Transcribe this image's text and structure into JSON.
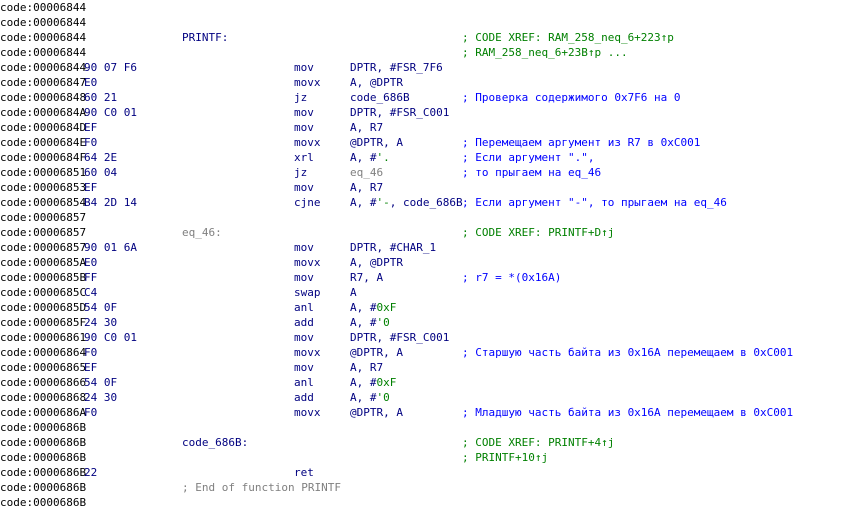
{
  "colors": {
    "address": "#000000",
    "code": "#000080",
    "comment": "#0000ff",
    "xref": "#008000",
    "gray": "#808080",
    "background": "#ffffff"
  },
  "lines": [
    {
      "addr": "code:00006844",
      "bytes": "",
      "label": "",
      "mn": "",
      "ops": "",
      "cmt": ""
    },
    {
      "addr": "code:00006844",
      "bytes": "",
      "label": "",
      "mn": "",
      "ops": "",
      "cmt": ""
    },
    {
      "addr": "code:00006844",
      "bytes": "",
      "label": "PRINTF:",
      "mn": "",
      "ops": "",
      "cmt": "; CODE XREF: RAM_258_neq_6+223↑p",
      "cmtColor": "green"
    },
    {
      "addr": "code:00006844",
      "bytes": "",
      "label": "",
      "mn": "",
      "ops": "",
      "cmt": "; RAM_258_neq_6+23B↑p ...",
      "cmtColor": "green"
    },
    {
      "addr": "code:00006844",
      "bytes": "90 07 F6",
      "label": "",
      "mn": "mov",
      "ops": "DPTR, #FSR_7F6",
      "cmt": ""
    },
    {
      "addr": "code:00006847",
      "bytes": "E0",
      "label": "",
      "mn": "movx",
      "ops": "A, @DPTR",
      "cmt": ""
    },
    {
      "addr": "code:00006848",
      "bytes": "60 21",
      "label": "",
      "mn": "jz",
      "ops": "code_686B",
      "cmt": "; Проверка содержимого 0x7F6 на 0"
    },
    {
      "addr": "code:0000684A",
      "bytes": "90 C0 01",
      "label": "",
      "mn": "mov",
      "ops": "DPTR, #FSR_C001",
      "cmt": ""
    },
    {
      "addr": "code:0000684D",
      "bytes": "EF",
      "label": "",
      "mn": "mov",
      "ops": "A, R7",
      "cmt": ""
    },
    {
      "addr": "code:0000684E",
      "bytes": "F0",
      "label": "",
      "mn": "movx",
      "ops": "@DPTR, A",
      "cmt": "; Перемещаем аргумент из R7 в 0xC001"
    },
    {
      "addr": "code:0000684F",
      "bytes": "64 2E",
      "label": "",
      "mn": "xrl",
      "ops": "A, #'.",
      "opsNum": "'.",
      "cmt": "; Если аргумент \".\","
    },
    {
      "addr": "code:00006851",
      "bytes": "60 04",
      "label": "",
      "mn": "jz",
      "ops": "eq_46",
      "opsDim": true,
      "cmt": "; то прыгаем на eq_46"
    },
    {
      "addr": "code:00006853",
      "bytes": "EF",
      "label": "",
      "mn": "mov",
      "ops": "A, R7",
      "cmt": ""
    },
    {
      "addr": "code:00006854",
      "bytes": "B4 2D 14",
      "label": "",
      "mn": "cjne",
      "ops": "A, #'-, code_686B",
      "opsNum": "'-",
      "cmt": "; Если аргумент \"-\", то прыгаем на eq_46"
    },
    {
      "addr": "code:00006857",
      "bytes": "",
      "label": "",
      "mn": "",
      "ops": "",
      "cmt": ""
    },
    {
      "addr": "code:00006857",
      "bytes": "",
      "label": "eq_46:",
      "labelDim": true,
      "mn": "",
      "ops": "",
      "cmt": "; CODE XREF: PRINTF+D↑j",
      "cmtColor": "green"
    },
    {
      "addr": "code:00006857",
      "bytes": "90 01 6A",
      "label": "",
      "mn": "mov",
      "ops": "DPTR, #CHAR_1",
      "cmt": ""
    },
    {
      "addr": "code:0000685A",
      "bytes": "E0",
      "label": "",
      "mn": "movx",
      "ops": "A, @DPTR",
      "cmt": ""
    },
    {
      "addr": "code:0000685B",
      "bytes": "FF",
      "label": "",
      "mn": "mov",
      "ops": "R7, A",
      "cmt": "; r7 = *(0x16A)"
    },
    {
      "addr": "code:0000685C",
      "bytes": "C4",
      "label": "",
      "mn": "swap",
      "ops": "A",
      "cmt": ""
    },
    {
      "addr": "code:0000685D",
      "bytes": "54 0F",
      "label": "",
      "mn": "anl",
      "ops": "A, #0xF",
      "opsNum": "0xF",
      "cmt": ""
    },
    {
      "addr": "code:0000685F",
      "bytes": "24 30",
      "label": "",
      "mn": "add",
      "ops": "A, #'0",
      "opsNum": "'0",
      "cmt": ""
    },
    {
      "addr": "code:00006861",
      "bytes": "90 C0 01",
      "label": "",
      "mn": "mov",
      "ops": "DPTR, #FSR_C001",
      "cmt": ""
    },
    {
      "addr": "code:00006864",
      "bytes": "F0",
      "label": "",
      "mn": "movx",
      "ops": "@DPTR, A",
      "cmt": "; Старшую часть байта из 0x16A перемещаем в 0xC001"
    },
    {
      "addr": "code:00006865",
      "bytes": "EF",
      "label": "",
      "mn": "mov",
      "ops": "A, R7",
      "cmt": ""
    },
    {
      "addr": "code:00006866",
      "bytes": "54 0F",
      "label": "",
      "mn": "anl",
      "ops": "A, #0xF",
      "opsNum": "0xF",
      "cmt": ""
    },
    {
      "addr": "code:00006868",
      "bytes": "24 30",
      "label": "",
      "mn": "add",
      "ops": "A, #'0",
      "opsNum": "'0",
      "cmt": ""
    },
    {
      "addr": "code:0000686A",
      "bytes": "F0",
      "label": "",
      "mn": "movx",
      "ops": "@DPTR, A",
      "cmt": "; Младшую часть байта из 0x16A перемещаем в 0xC001"
    },
    {
      "addr": "code:0000686B",
      "bytes": "",
      "label": "",
      "mn": "",
      "ops": "",
      "cmt": ""
    },
    {
      "addr": "code:0000686B",
      "bytes": "",
      "label": "code_686B:",
      "mn": "",
      "ops": "",
      "cmt": "; CODE XREF: PRINTF+4↑j",
      "cmtColor": "green"
    },
    {
      "addr": "code:0000686B",
      "bytes": "",
      "label": "",
      "mn": "",
      "ops": "",
      "cmt": "; PRINTF+10↑j",
      "cmtColor": "green"
    },
    {
      "addr": "code:0000686B",
      "bytes": "22",
      "label": "",
      "mn": "ret",
      "ops": "",
      "cmt": ""
    },
    {
      "addr": "code:0000686B",
      "bytes": "",
      "label": "",
      "mn": "",
      "ops": "",
      "cmt": "",
      "endfn": "; End of function PRINTF"
    },
    {
      "addr": "code:0000686B",
      "bytes": "",
      "label": "",
      "mn": "",
      "ops": "",
      "cmt": ""
    }
  ]
}
